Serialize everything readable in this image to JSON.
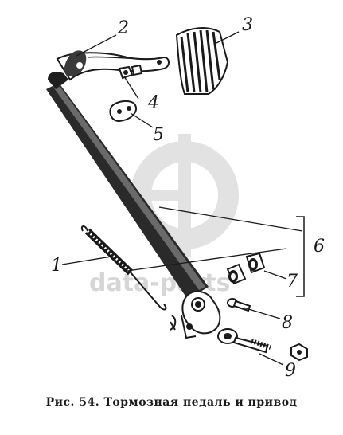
{
  "figure": {
    "caption": "Рис. 54. Тормозная педаль и привод",
    "part_labels": {
      "1": "1",
      "2": "2",
      "3": "3",
      "4": "4",
      "5": "5",
      "6": "6",
      "7": "7",
      "8": "8",
      "9": "9"
    },
    "watermark_text": "data-parts"
  }
}
